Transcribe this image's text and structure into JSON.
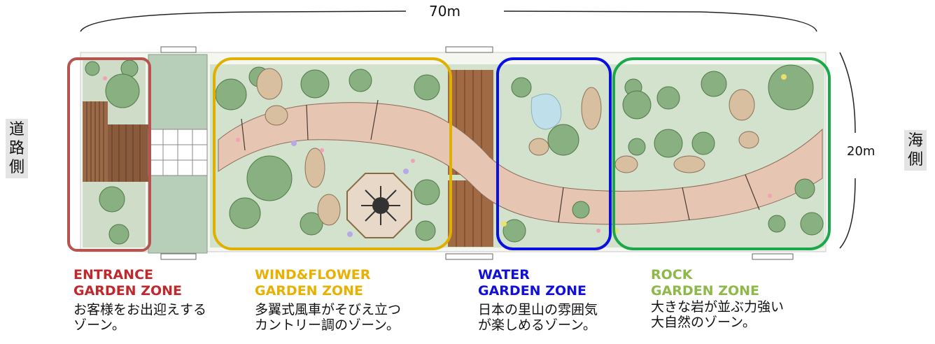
{
  "labels": {
    "road_side": [
      "道",
      "路",
      "側"
    ],
    "sea_side": [
      "海",
      "側"
    ],
    "length": "70m",
    "width": "20m"
  },
  "zones": [
    {
      "title1": "ENTRANCE",
      "title2": "GARDEN ZONE",
      "desc1": "お客様をお出迎えする",
      "desc2": "ゾーン。",
      "color": "#c0282d"
    },
    {
      "title1": "WIND&FLOWER",
      "title2": "GARDEN ZONE",
      "desc1": "多翼式風車がそびえ立つ",
      "desc2": "カントリー調のゾーン。",
      "color": "#e8b000"
    },
    {
      "title1": "WATER",
      "title2": "GARDEN ZONE",
      "desc1": "日本の里山の雰囲気",
      "desc2": "が楽しめるゾーン。",
      "color": "#1010d8"
    },
    {
      "title1": "ROCK",
      "title2": "GARDEN ZONE",
      "desc1": "大きな岩が並ぶ力強い",
      "desc2": "大自然のゾーン。",
      "color": "#8db84a"
    }
  ],
  "colors": {
    "entrance_border": "#b85450",
    "windflower_border": "#e0b000",
    "water_border": "#0a10e0",
    "rock_border": "#1aa84a",
    "path": "#e6c5b2",
    "lawn": "#c9dcc0",
    "deck": "#9a6a48",
    "tree": "#7ea878",
    "rock": "#d8bfa0"
  }
}
